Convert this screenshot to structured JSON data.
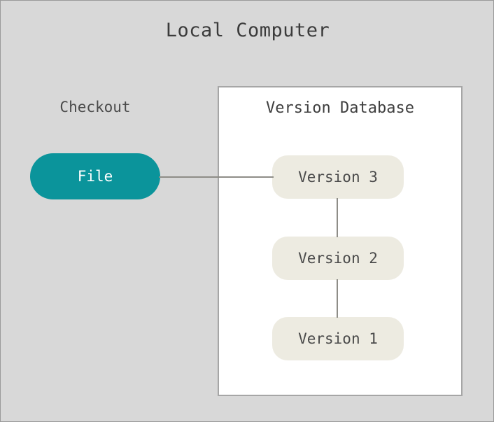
{
  "diagram": {
    "title": "Local Computer",
    "background_color": "#d8d8d8",
    "frame_border_color": "#9a9a9a"
  },
  "left_section": {
    "label": "Checkout",
    "file_node": {
      "label": "File",
      "fill_color": "#0b949b",
      "text_color": "#ffffff"
    }
  },
  "version_database": {
    "title": "Version Database",
    "panel_fill": "#ffffff",
    "panel_border": "#a6a6a6",
    "node_fill": "#edebe1",
    "node_text_color": "#4a4a4a",
    "versions": [
      {
        "label": "Version 3"
      },
      {
        "label": "Version 2"
      },
      {
        "label": "Version 1"
      }
    ]
  },
  "connectors": {
    "color": "#8e8d87",
    "edges": [
      {
        "from": "File",
        "to": "Version 3",
        "orientation": "horizontal"
      },
      {
        "from": "Version 3",
        "to": "Version 2",
        "orientation": "vertical"
      },
      {
        "from": "Version 2",
        "to": "Version 1",
        "orientation": "vertical"
      }
    ]
  }
}
